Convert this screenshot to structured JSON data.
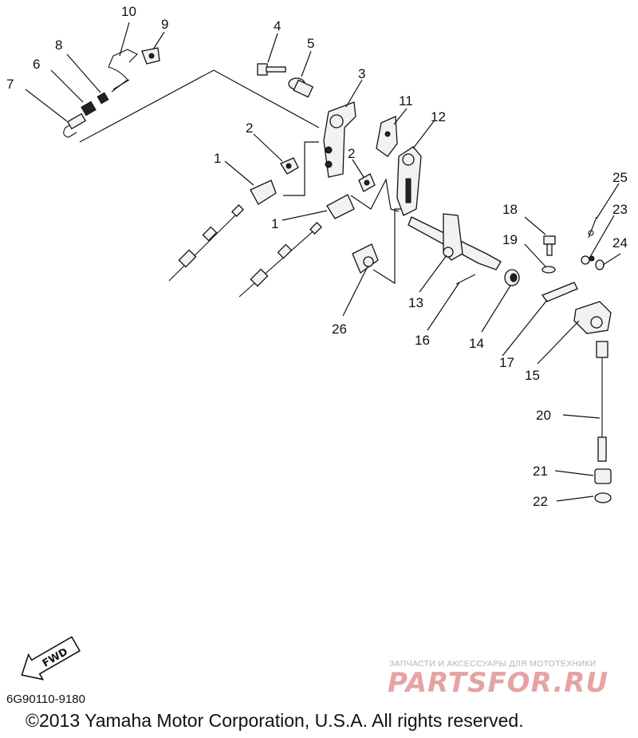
{
  "callouts": {
    "c1a": "1",
    "c1b": "1",
    "c2a": "2",
    "c2b": "2",
    "c3": "3",
    "c4": "4",
    "c5": "5",
    "c6": "6",
    "c7": "7",
    "c8": "8",
    "c9": "9",
    "c10": "10",
    "c11": "11",
    "c12": "12",
    "c13": "13",
    "c14": "14",
    "c15": "15",
    "c16": "16",
    "c17": "17",
    "c18": "18",
    "c19": "19",
    "c20": "20",
    "c21": "21",
    "c22": "22",
    "c23": "23",
    "c24": "24",
    "c25": "25",
    "c26": "26"
  },
  "fwd_label": "FWD",
  "part_code": "6G90110-9180",
  "copyright": "©2013 Yamaha Motor Corporation, U.S.A. All rights reserved.",
  "watermark": {
    "line": "ЗАПЧАСТИ И АКСЕССУАРЫ ДЛЯ МОТОТЕХНИКИ",
    "logo": "PARTSFOR.RU",
    "color": "#e6a3a3"
  }
}
